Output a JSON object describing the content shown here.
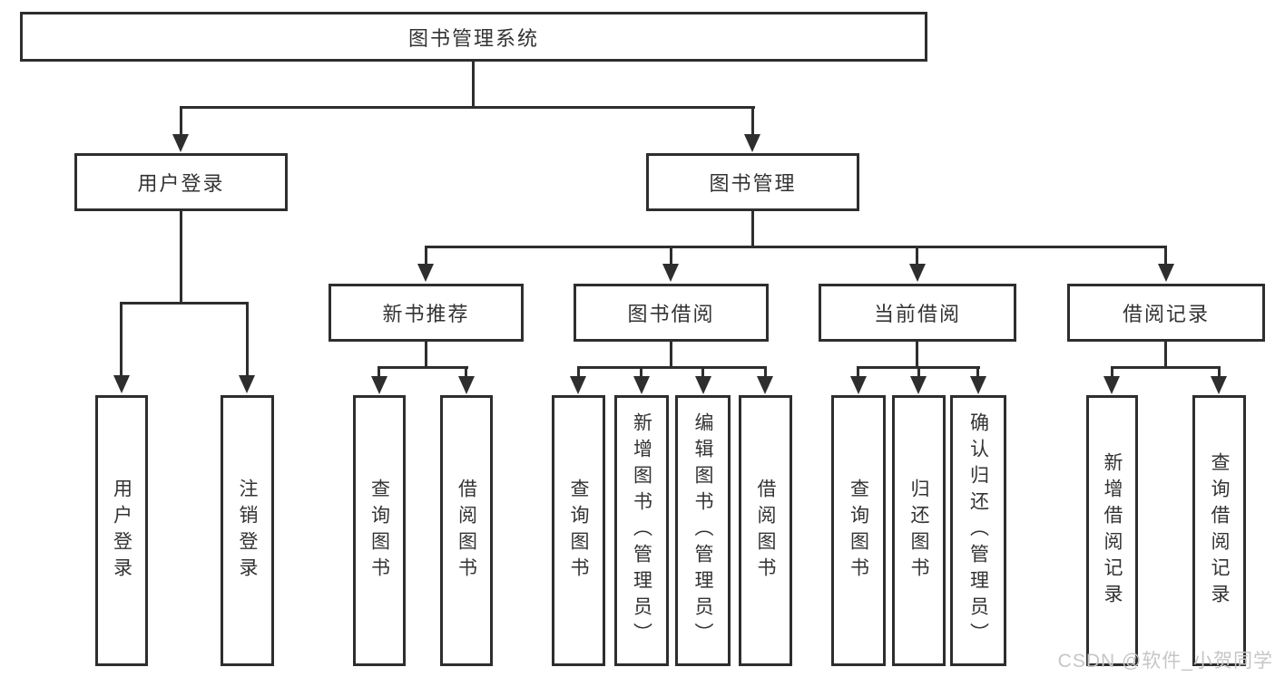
{
  "tree": {
    "label": "图书管理系统",
    "children": [
      {
        "label": "用户登录",
        "children": [
          {
            "label": "用户登录"
          },
          {
            "label": "注销登录"
          }
        ]
      },
      {
        "label": "图书管理",
        "children": [
          {
            "label": "新书推荐",
            "children": [
              {
                "label": "查询图书"
              },
              {
                "label": "借阅图书"
              }
            ]
          },
          {
            "label": "图书借阅",
            "children": [
              {
                "label": "查询图书"
              },
              {
                "label": "新增图书（管理员）"
              },
              {
                "label": "编辑图书（管理员）"
              },
              {
                "label": "借阅图书"
              }
            ]
          },
          {
            "label": "当前借阅",
            "children": [
              {
                "label": "查询图书"
              },
              {
                "label": "归还图书"
              },
              {
                "label": "确认归还（管理员）"
              }
            ]
          },
          {
            "label": "借阅记录",
            "children": [
              {
                "label": "新增借阅记录"
              },
              {
                "label": "查询借阅记录"
              }
            ]
          }
        ]
      }
    ]
  },
  "watermark": {
    "text": "CSDN @软件_小贺同学"
  },
  "colors": {
    "line": "#2e2e2e",
    "node_text": "#333333",
    "watermark": "#c6c6c6"
  }
}
